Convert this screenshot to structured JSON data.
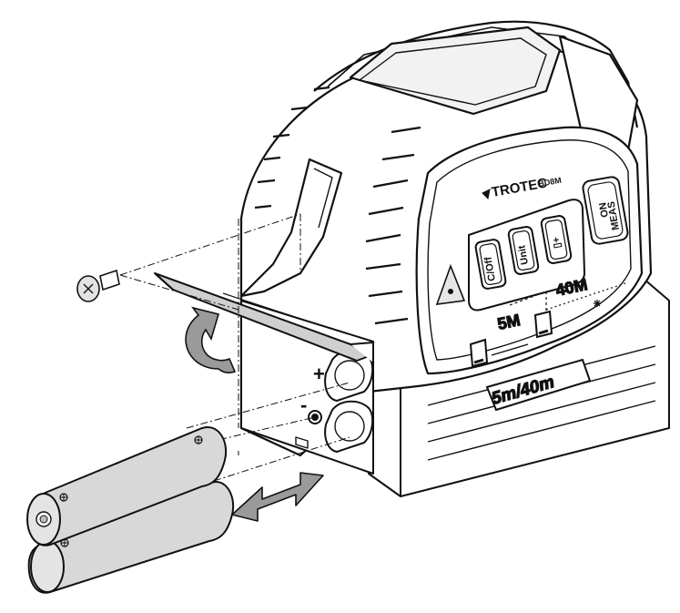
{
  "device": {
    "brand": "TROTEC",
    "model": "BD8M",
    "range_short": "5M",
    "range_long": "40M",
    "badge": "5m/40m"
  },
  "buttons": {
    "power": "C/Off",
    "unit": "Unit",
    "mode": "▯+",
    "measure_line1": "ON",
    "measure_line2": "MEAS"
  },
  "battery_compartment": {
    "plus": "+",
    "minus": "-"
  },
  "colors": {
    "outline": "#111111",
    "housing_fill": "#ffffff",
    "display_fill": "#f2f2f2",
    "arrow_fill": "#9a9a9a",
    "battery_fill": "#d8d8d8",
    "cover_fill": "#cfcfcf"
  }
}
